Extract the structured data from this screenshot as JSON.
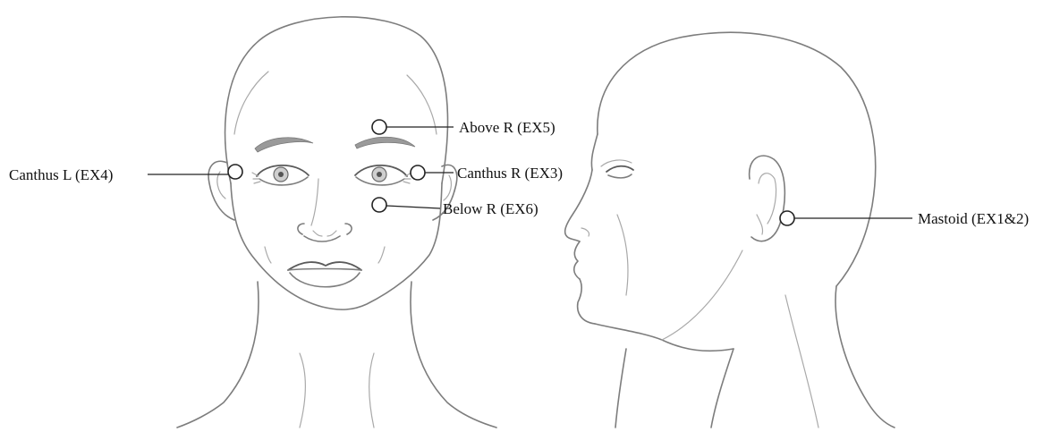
{
  "labels": {
    "above_r": "Above R (EX5)",
    "canthus_l": "Canthus L (EX4)",
    "canthus_r": "Canthus R (EX3)",
    "below_r": "Below R (EX6)",
    "mastoid": "Mastoid (EX1&2)"
  },
  "colors": {
    "sketch": "#7d7d7d",
    "marker": "#222222",
    "text": "#111111"
  }
}
